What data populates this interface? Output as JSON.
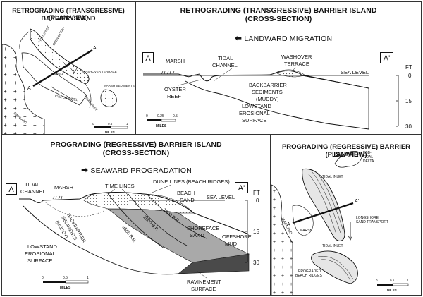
{
  "panels": {
    "retro_plan": {
      "title_line1": "RETROGRADING (TRANSGRESSIVE) BARRIER ISLAND",
      "title_line2": "(PLAN VIEW)",
      "labels": {
        "tidal_inlet": "TIDAL INLET",
        "open_ocean": "OPEN OCEAN",
        "marsh": "MARSH",
        "washover_terrace": "WASHOVER TERRACE",
        "tidal_channel": "TIDAL CHANNEL",
        "tidal_inlet_2": "TIDAL INLET",
        "marsh_sediments": "MARSH SEDIMENTS",
        "mainland": "MAINLAND",
        "a": "A",
        "a_prime": "A'",
        "scale_0": "0",
        "scale_05": "0.5",
        "scale_1": "1",
        "miles": "MILES"
      }
    },
    "retro_section": {
      "title_line1": "RETROGRADING (TRANSGRESSIVE) BARRIER ISLAND",
      "title_line2": "(CROSS-SECTION)",
      "migration": "LANDWARD MIGRATION",
      "box_a": "A",
      "box_a_prime": "A'",
      "labels": {
        "marsh": "MARSH",
        "tidal": "TIDAL",
        "channel": "CHANNEL",
        "washover": "WASHOVER",
        "terrace": "TERRACE",
        "sea_level": "SEA LEVEL",
        "oyster": "OYSTER",
        "reef": "REEF",
        "backbarrier": "BACKBARRIER",
        "sediments": "SEDIMENTS",
        "muddy": "(MUDDY)",
        "lowstand": "LOWSTAND",
        "erosional": "EROSIONAL",
        "surface": "SURFACE",
        "ft": "FT",
        "d0": "0",
        "d15": "15",
        "d30": "30",
        "scale_0": "0",
        "scale_025": "0.25",
        "scale_05": "0.5",
        "miles": "MILES"
      }
    },
    "pro_section": {
      "title_line1": "PROGRADING (REGRESSIVE) BARRIER ISLAND",
      "title_line2": "(CROSS-SECTION)",
      "progradation": "SEAWARD PROGRADATION",
      "box_a": "A",
      "box_a_prime": "A'",
      "labels": {
        "tidal": "TIDAL",
        "channel": "CHANNEL",
        "marsh": "MARSH",
        "time_lines": "TIME LINES",
        "dune_lines": "DUNE LINES (BEACH RIDGES)",
        "sea_level": "SEA LEVEL",
        "beach": "BEACH",
        "sand": "SAND",
        "age_3500": "3500 B.P.",
        "age_2000": "2000 B.P.",
        "age_1000": "1000 B.P.",
        "backbarrier": "BACKBARRIER",
        "sediments": "SEDIMENTS",
        "muddy": "(MUDDY)",
        "shoreface": "SHOREFACE",
        "shoreface_sand": "SAND",
        "lowstand": "LOWSTAND",
        "erosional": "EROSIONAL",
        "surface": "SURFACE",
        "offshore": "OFFSHORE",
        "mud": "MUD",
        "ravinement": "RAVINEMENT",
        "rav_surface": "SURFACE",
        "ft": "FT",
        "d0": "0",
        "d15": "15",
        "d30": "30",
        "scale_0": "0",
        "scale_05": "0.5",
        "scale_1": "1",
        "miles": "MILES"
      }
    },
    "pro_plan": {
      "title_line1": "PROGRADING (REGRESSIVE) BARRIER ISLAND",
      "title_line2": "(PLAN VIEW)",
      "labels": {
        "ebb_tidal_delta": "EBB-",
        "ebb2": "TIDAL",
        "ebb3": "DELTA",
        "tidal_inlet": "TIDAL INLET",
        "mainland": "MAINLAND",
        "marsh": "MARSH",
        "longshore1": "LONGSHORE",
        "longshore2": "SAND TRANSPORT",
        "tidal_inlet_2": "TIDAL INLET",
        "prograded1": "PROGRADED",
        "prograded2": "BEACH RIDGES",
        "a": "A",
        "a_prime": "A'",
        "scale_0": "0",
        "scale_05": "0.5",
        "scale_1": "1",
        "miles": "MILES"
      }
    }
  },
  "colors": {
    "ink": "#111111",
    "shoreface_gray": "#a9a9a9",
    "offshore_dark": "#4a4a4a",
    "sand_light": "#d9d9d9",
    "dot": "#555555"
  }
}
